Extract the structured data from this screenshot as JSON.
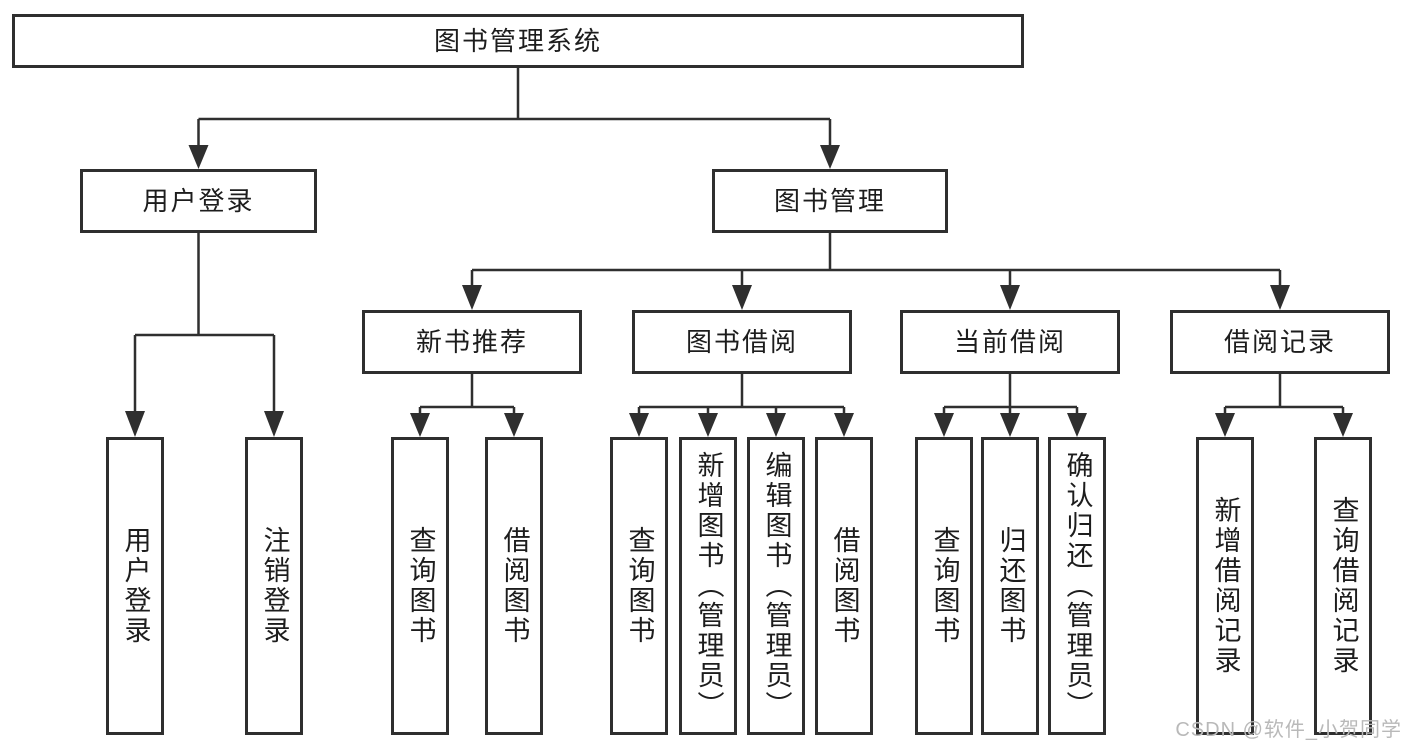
{
  "tree": {
    "root": {
      "label": "图书管理系统",
      "children": [
        {
          "label": "用户登录",
          "children": [
            {
              "label": "用户登录"
            },
            {
              "label": "注销登录"
            }
          ]
        },
        {
          "label": "图书管理",
          "children": [
            {
              "label": "新书推荐",
              "children": [
                {
                  "label": "查询图书"
                },
                {
                  "label": "借阅图书"
                }
              ]
            },
            {
              "label": "图书借阅",
              "children": [
                {
                  "label": "查询图书"
                },
                {
                  "label": "新增图书（管理员）"
                },
                {
                  "label": "编辑图书（管理员）"
                },
                {
                  "label": "借阅图书"
                }
              ]
            },
            {
              "label": "当前借阅",
              "children": [
                {
                  "label": "查询图书"
                },
                {
                  "label": "归还图书"
                },
                {
                  "label": "确认归还（管理员）"
                }
              ]
            },
            {
              "label": "借阅记录",
              "children": [
                {
                  "label": "新增借阅记录"
                },
                {
                  "label": "查询借阅记录"
                }
              ]
            }
          ]
        }
      ]
    }
  },
  "watermark": "CSDN @软件_小贺同学",
  "colors": {
    "line": "#2f2f2f",
    "box_border": "#2f2f2f",
    "text": "#1d1d1d",
    "watermark": "#b9b9b9",
    "background": "#ffffff"
  }
}
